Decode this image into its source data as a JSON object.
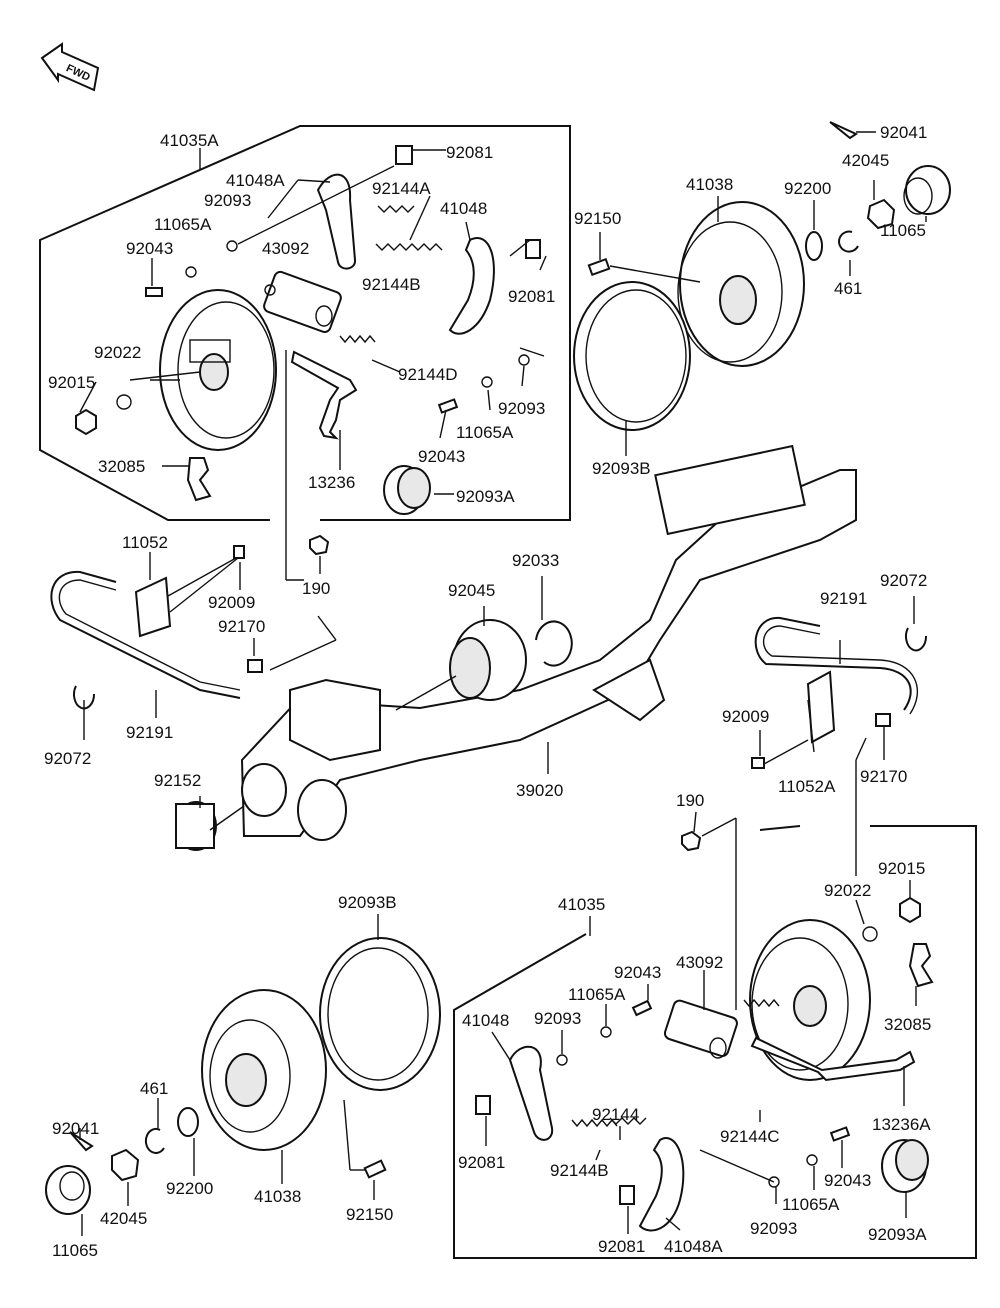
{
  "fwd_label": "FWD",
  "labels": {
    "l41035A": "41035A",
    "l92081_a": "92081",
    "l41048A_a": "41048A",
    "l92144A": "92144A",
    "l92093_a": "92093",
    "l41048_a": "41048",
    "l11065A_a": "11065A",
    "l92043_a": "92043",
    "l43092_a": "43092",
    "l92144B_a": "92144B",
    "l92081_b": "92081",
    "l92022_a": "92022",
    "l92015_a": "92015",
    "l92144D": "92144D",
    "l92093_b": "92093",
    "l11065A_b": "11065A",
    "l92043_b": "92043",
    "l32085_a": "32085",
    "l13236": "13236",
    "l92093A_a": "92093A",
    "l92041_a": "92041",
    "l42045_a": "42045",
    "l41038_a": "41038",
    "l92200_a": "92200",
    "l92150_a": "92150",
    "l461_a": "461",
    "l11065_a": "11065",
    "l92093B_a": "92093B",
    "l11052": "11052",
    "l190_a": "190",
    "l92033": "92033",
    "l92045": "92045",
    "l92009_a": "92009",
    "l92170_a": "92170",
    "l92072_a": "92072",
    "l92191_a": "92191",
    "l92072_b": "92072",
    "l92191_b": "92191",
    "l92009_b": "92009",
    "l11052A": "11052A",
    "l92170_b": "92170",
    "l92152": "92152",
    "l39020": "39020",
    "l190_b": "190",
    "l92015_b": "92015",
    "l92022_b": "92022",
    "l92093B_b": "92093B",
    "l41035": "41035",
    "l92043_c": "92043",
    "l43092_b": "43092",
    "l11065A_c": "11065A",
    "l41048_b": "41048",
    "l92093_c": "92093",
    "l32085_b": "32085",
    "l461_b": "461",
    "l92041_b": "92041",
    "l92144": "92144",
    "l13236A": "13236A",
    "l92144C": "92144C",
    "l92200_b": "92200",
    "l41038_b": "41038",
    "l92081_c": "92081",
    "l92144B_b": "92144B",
    "l92043_d": "92043",
    "l42045_b": "42045",
    "l92150_b": "92150",
    "l11065A_d": "11065A",
    "l11065_b": "11065",
    "l92093_d": "92093",
    "l92093A_b": "92093A",
    "l92081_d": "92081",
    "l41048A_b": "41048A"
  }
}
